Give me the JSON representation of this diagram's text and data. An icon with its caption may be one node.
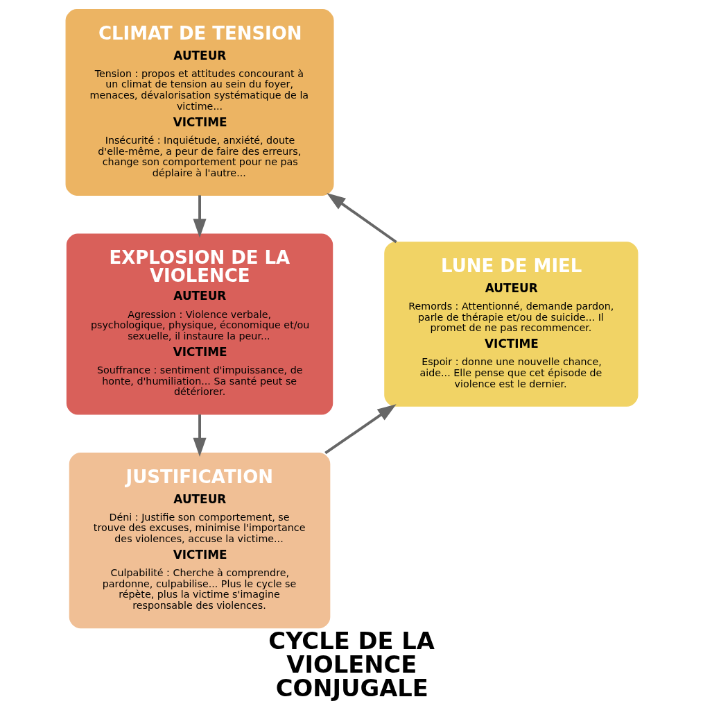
{
  "diagram": {
    "title": "CYCLE DE LA VIOLENCE CONJUGALE",
    "nodes": [
      {
        "text": [
          "CLIMAT DE TENSION",
          "AUTEUR",
          "Tension : propos et attitudes concourant à un climat de tension au sein du foyer, menaces, dévalorisation systématique de la victime...",
          "VICTIME",
          "Insécurité : Inquiétude, anxiété, doute d'elle-même, a peur de faire des erreurs, change son comportement pour ne pas déplaire à l'autre..."
        ]
      },
      {
        "text": [
          "EXPLOSION DE LA VIOLENCE",
          "AUTEUR",
          "Agression : Violence verbale, psychologique, physique, économique et/ou sexuelle, il instaure la peur...",
          "VICTIME",
          "Souffrance : sentiment d'impuissance, de honte, d'humiliation... Sa santé peut se détériorer."
        ]
      },
      {
        "text": [
          "JUSTIFICATION",
          "AUTEUR",
          "Déni : Justifie son comportement, se trouve des excuses, minimise l'importance des violences, accuse la victime...",
          "VICTIME",
          "Culpabilité : Cherche à comprendre, pardonne, culpabilise... Plus le cycle se répète, plus la victime s'imagine responsable des violences."
        ]
      },
      {
        "text": [
          "LUNE DE MIEL",
          "AUTEUR",
          "Remords : Attentionné, demande pardon, parle de thérapie et/ou de suicide... Il promet de ne pas recommencer.",
          "VICTIME",
          "Espoir : donne une nouvelle chance, aide... Elle pense que cet épisode de violence est le dernier."
        ]
      }
    ],
    "edges": [
      {
        "from": 0,
        "to": 1,
        "arrow": "to"
      },
      {
        "from": 1,
        "to": 2,
        "arrow": "to"
      },
      {
        "from": 2,
        "to": 3,
        "arrow": "to"
      },
      {
        "from": 3,
        "to": 0,
        "arrow": "to"
      }
    ]
  }
}
